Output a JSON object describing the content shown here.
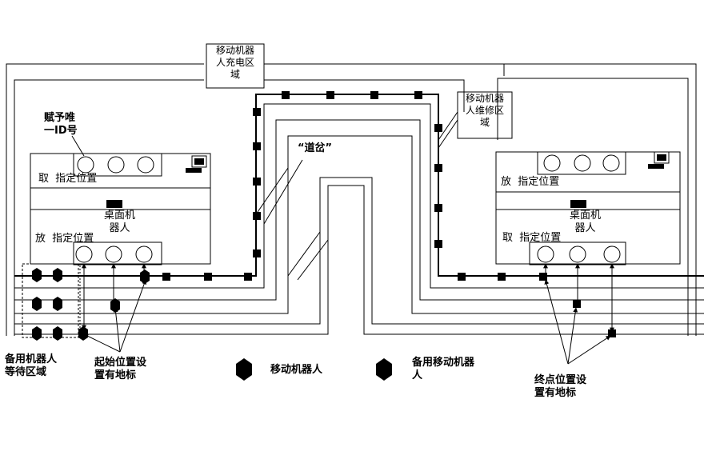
{
  "labels": {
    "charging_area": "移动机器\n人充电区\n域",
    "repair_area": "移动机器\n人维修区\n域",
    "unique_id": "赋予唯\n一ID号",
    "fork": "“道岔”",
    "left_take": "取  指定位置",
    "left_put": "放  指定位置",
    "left_desktop_robot": "桌面机\n器人",
    "right_put": "放  指定位置",
    "right_take": "取  指定位置",
    "right_desktop_robot": "桌面机\n器人",
    "standby_wait": "备用机器人\n等待区域",
    "start_marker": "起始位置设\n置有地标",
    "end_marker": "终点位置设\n置有地标"
  },
  "legend": {
    "mobile_robot": "移动机器人",
    "standby_robot": "备用移动机器\n人"
  },
  "icons": [
    "computer-icon",
    "hexagon-icon"
  ]
}
